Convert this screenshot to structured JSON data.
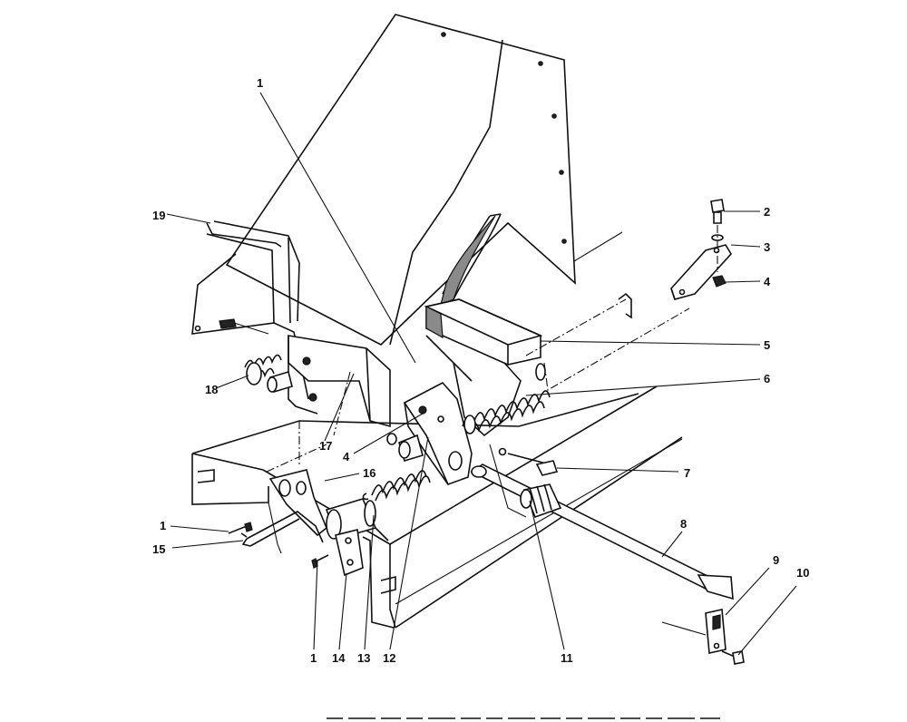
{
  "callouts": [
    {
      "id": "c1-top",
      "label": "1"
    },
    {
      "id": "c2",
      "label": "2"
    },
    {
      "id": "c3",
      "label": "3"
    },
    {
      "id": "c4-right",
      "label": "4"
    },
    {
      "id": "c5",
      "label": "5"
    },
    {
      "id": "c6",
      "label": "6"
    },
    {
      "id": "c7",
      "label": "7"
    },
    {
      "id": "c8",
      "label": "8"
    },
    {
      "id": "c9",
      "label": "9"
    },
    {
      "id": "c10",
      "label": "10"
    },
    {
      "id": "c11",
      "label": "11"
    },
    {
      "id": "c12",
      "label": "12"
    },
    {
      "id": "c13",
      "label": "13"
    },
    {
      "id": "c14",
      "label": "14"
    },
    {
      "id": "c1-bottom",
      "label": "1"
    },
    {
      "id": "c15",
      "label": "15"
    },
    {
      "id": "c1-left",
      "label": "1"
    },
    {
      "id": "c16",
      "label": "16"
    },
    {
      "id": "c4-center",
      "label": "4"
    },
    {
      "id": "c17",
      "label": "17"
    },
    {
      "id": "c18",
      "label": "18"
    },
    {
      "id": "c19",
      "label": "19"
    }
  ]
}
